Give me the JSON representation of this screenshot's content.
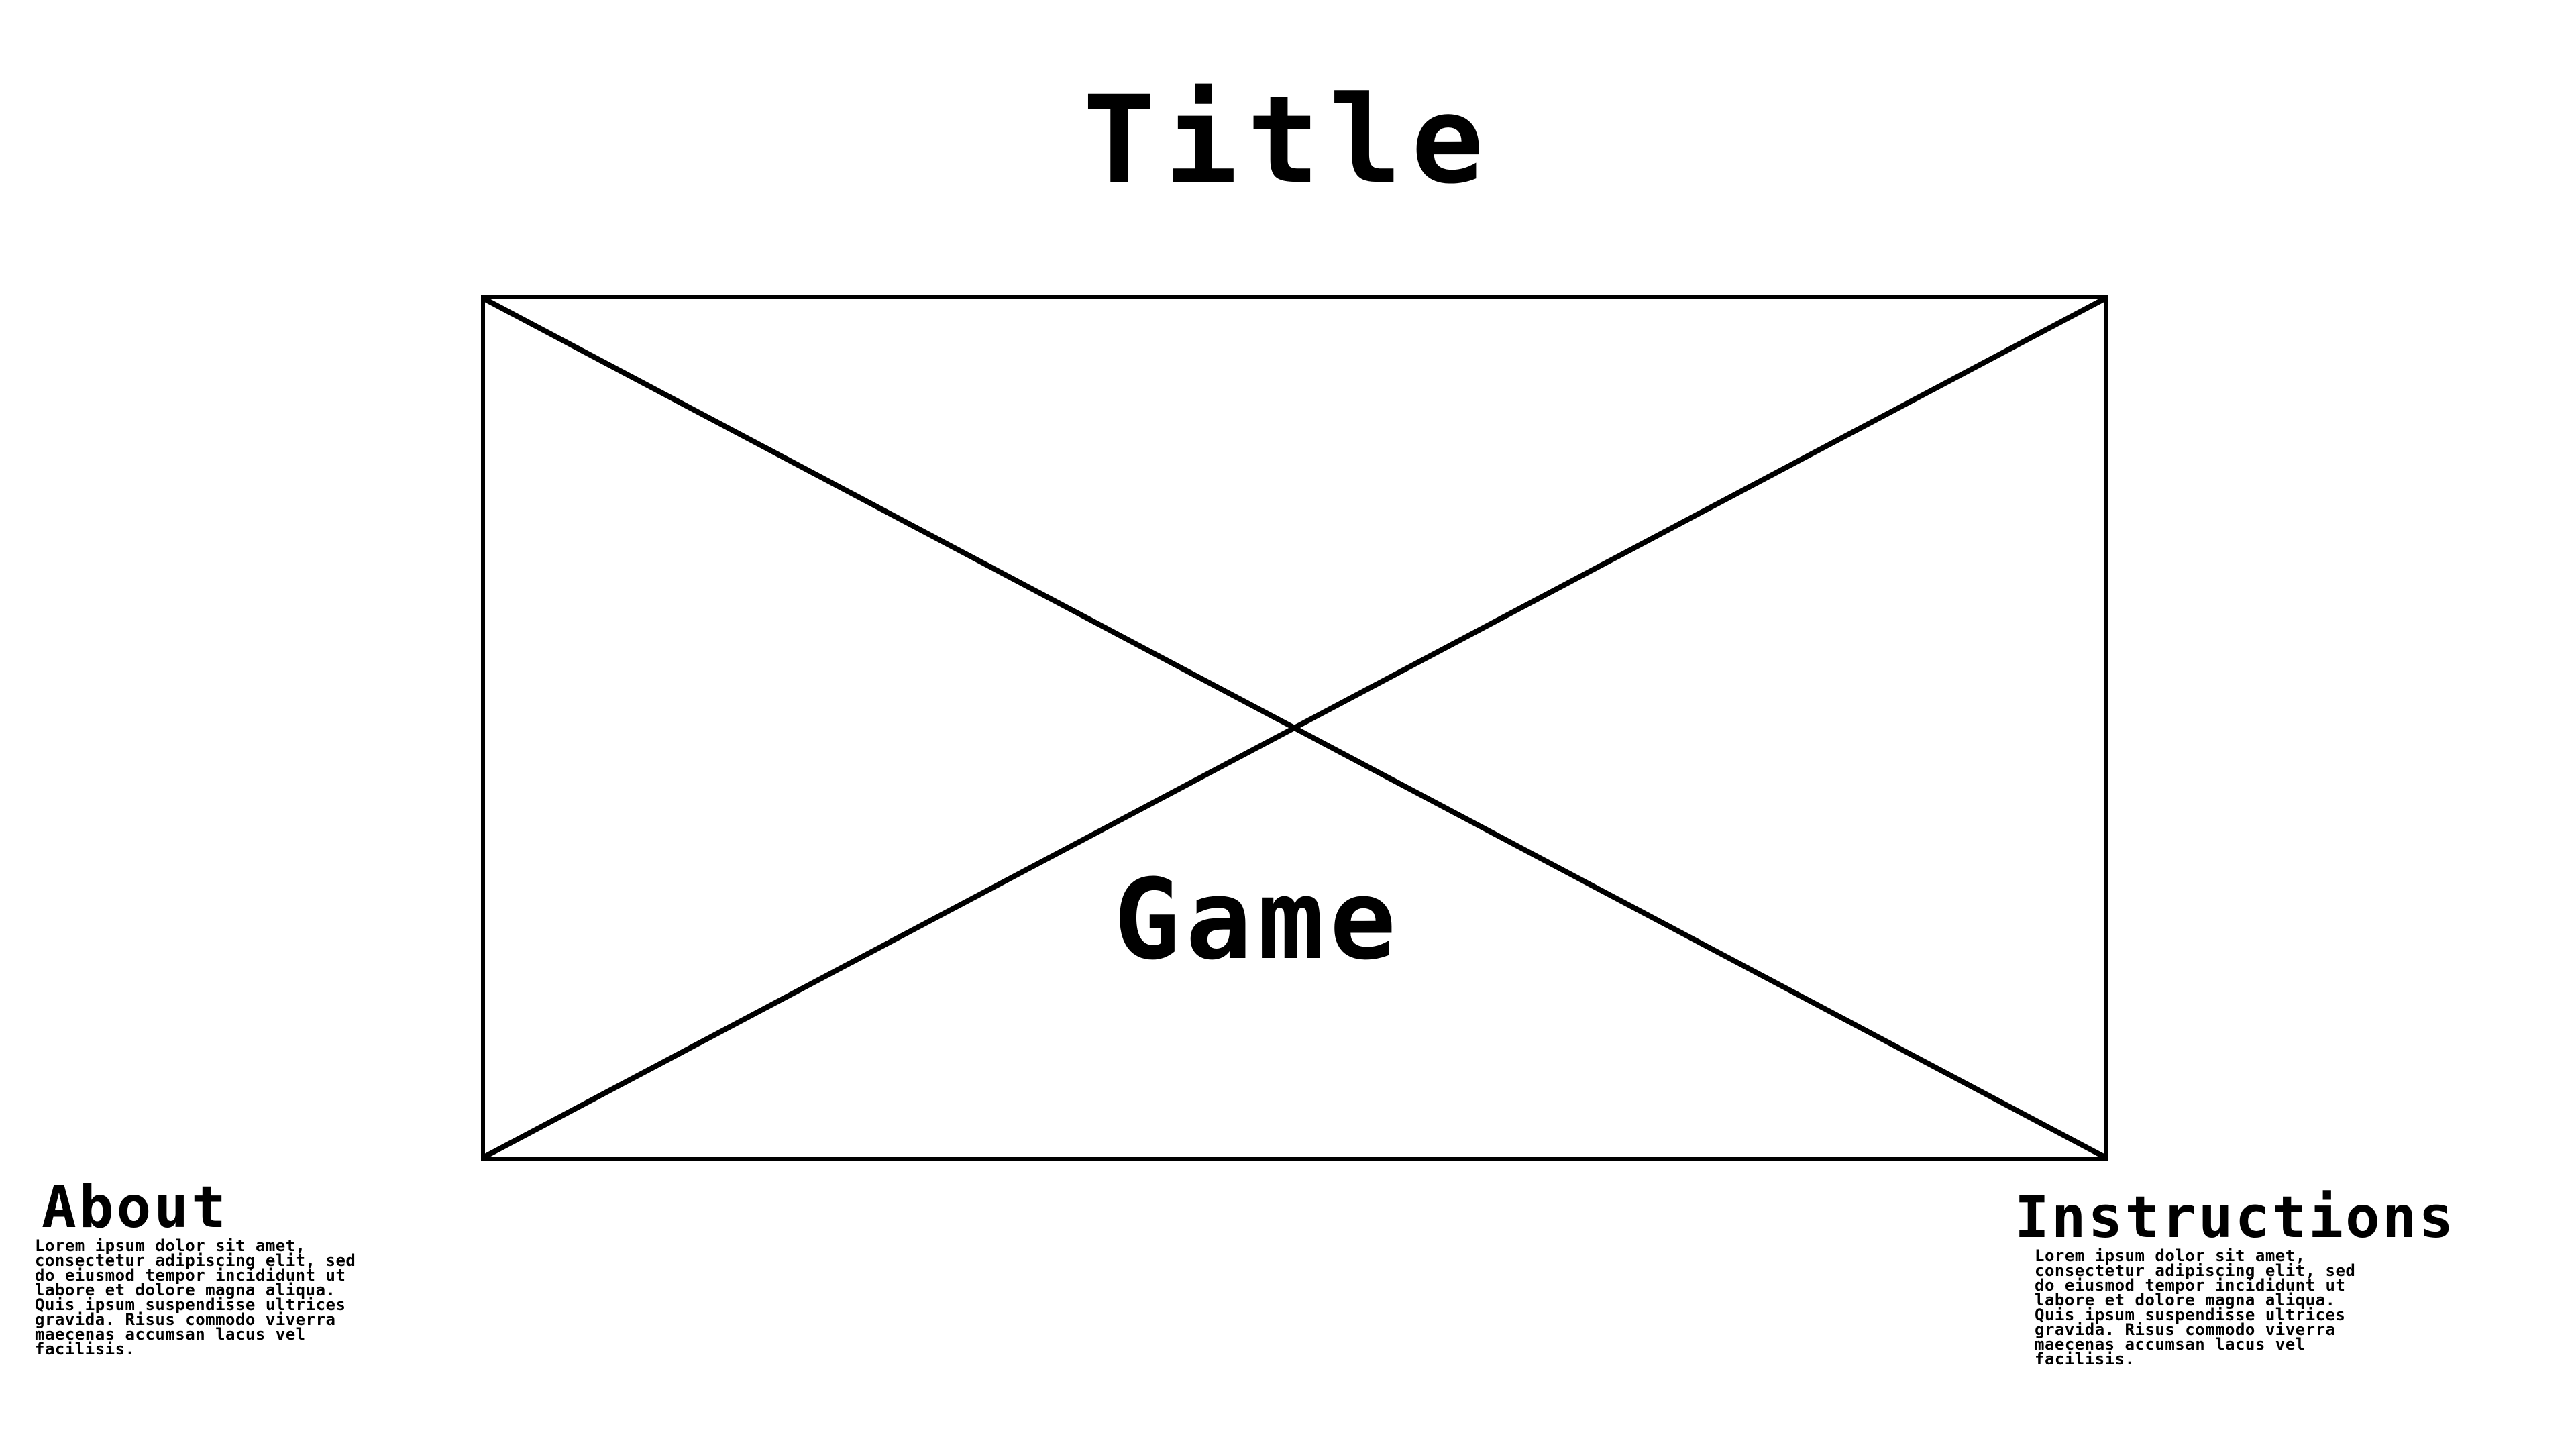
{
  "header": {
    "title": "Title"
  },
  "game": {
    "label": "Game",
    "placeholder_icon": "image-placeholder-cross"
  },
  "about": {
    "heading": "About",
    "body": "Lorem ipsum dolor sit amet,\nconsectetur adipiscing elit, sed\ndo eiusmod tempor incididunt ut\nlabore et dolore magna aliqua.\nQuis ipsum suspendisse ultrices\ngravida. Risus commodo viverra\nmaecenas accumsan lacus vel\nfacilisis."
  },
  "instructions": {
    "heading": "Instructions",
    "body": "Lorem ipsum dolor sit amet,\nconsectetur adipiscing elit, sed\ndo eiusmod tempor incididunt ut\nlabore et dolore magna aliqua.\nQuis ipsum suspendisse ultrices\ngravida. Risus commodo viverra\nmaecenas accumsan lacus vel\nfacilisis."
  },
  "colors": {
    "foreground": "#000000",
    "background": "#ffffff"
  }
}
